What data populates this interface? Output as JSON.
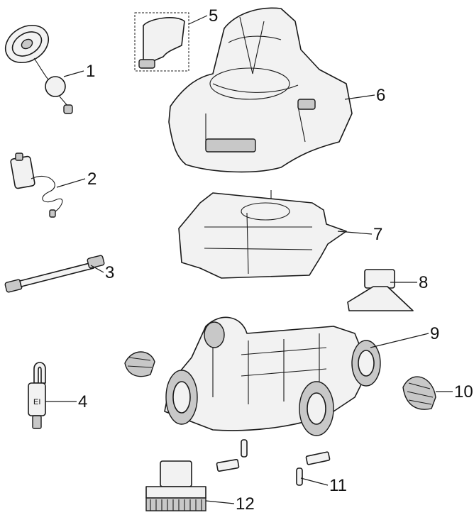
{
  "callouts": {
    "c1": "1",
    "c2": "2",
    "c3": "3",
    "c4": "4",
    "c5": "5",
    "c6": "6",
    "c7": "7",
    "c8": "8",
    "c9": "9",
    "c10": "10",
    "c11": "11",
    "c12": "12"
  },
  "colors": {
    "line": "#1a1a1a",
    "fill": "#f2f2f2",
    "shade": "#c8c8c8"
  }
}
